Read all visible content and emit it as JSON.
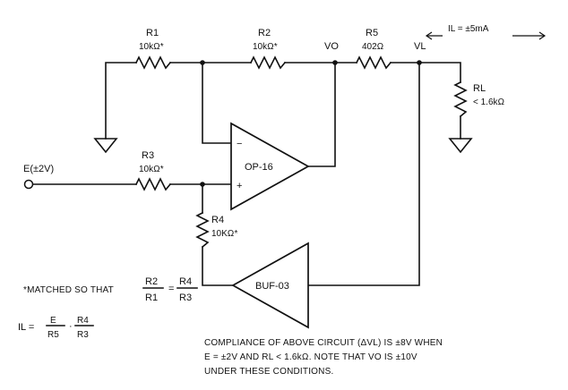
{
  "components": {
    "r1": {
      "name": "R1",
      "value": "10kΩ*"
    },
    "r2": {
      "name": "R2",
      "value": "10kΩ*"
    },
    "r3": {
      "name": "R3",
      "value": "10kΩ*"
    },
    "r4": {
      "name": "R4",
      "value": "10KΩ*"
    },
    "r5": {
      "name": "R5",
      "value": "402Ω"
    },
    "rl": {
      "name": "RL",
      "value": "< 1.6kΩ"
    },
    "op16": {
      "name": "OP-16",
      "minus": "−",
      "plus": "+"
    },
    "buf03": {
      "name": "BUF-03"
    }
  },
  "nodes": {
    "vo": "VO",
    "vl": "VL",
    "input": "E(±2V)"
  },
  "current_note": "IL = ±5mA",
  "formulas": {
    "matched_prefix": "*MATCHED SO THAT",
    "r2": "R2",
    "r1": "R1",
    "r4": "R4",
    "r3": "R3",
    "equals": "=",
    "il_prefix": "IL =",
    "e": "E",
    "r5": "R5",
    "times": "·"
  },
  "compliance": {
    "line1": "COMPLIANCE OF ABOVE CIRCUIT (ΔVL) IS ±8V WHEN",
    "line2": "E = ±2V AND RL < 1.6kΩ. NOTE THAT VO IS ±10V",
    "line3": "UNDER THESE CONDITIONS."
  }
}
